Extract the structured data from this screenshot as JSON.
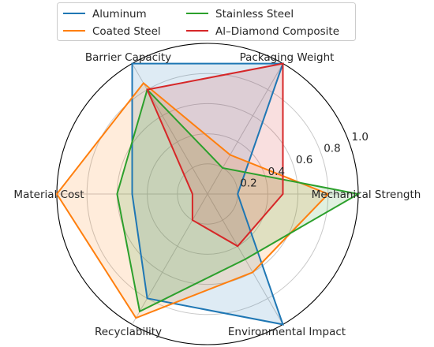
{
  "chart_data": {
    "type": "radar",
    "axes": [
      "Mechanical Strength",
      "Packaging Weight",
      "Barrier Capacity",
      "Material Cost",
      "Recyclability",
      "Environmental Impact"
    ],
    "rlim": [
      0,
      1.0
    ],
    "rticks": [
      0.2,
      0.4,
      0.6,
      0.8,
      1.0
    ],
    "rtick_labels": [
      "0.2",
      "0.4",
      "0.6",
      "0.8",
      "1.0"
    ],
    "grid": true,
    "legend_position": "top",
    "series": [
      {
        "name": "Aluminum",
        "color": "#1f77b4",
        "values": [
          0.2,
          1.0,
          1.0,
          0.5,
          0.8,
          1.0
        ]
      },
      {
        "name": "Coated Steel",
        "color": "#ff7f0e",
        "values": [
          0.8,
          0.3,
          0.85,
          1.0,
          0.95,
          0.6
        ]
      },
      {
        "name": "Stainless Steel",
        "color": "#2ca02c",
        "values": [
          1.0,
          0.2,
          0.8,
          0.6,
          0.9,
          0.5
        ]
      },
      {
        "name": "Al–Diamond Composite",
        "color": "#d62728",
        "values": [
          0.5,
          1.0,
          0.8,
          0.1,
          0.2,
          0.4
        ]
      }
    ]
  }
}
